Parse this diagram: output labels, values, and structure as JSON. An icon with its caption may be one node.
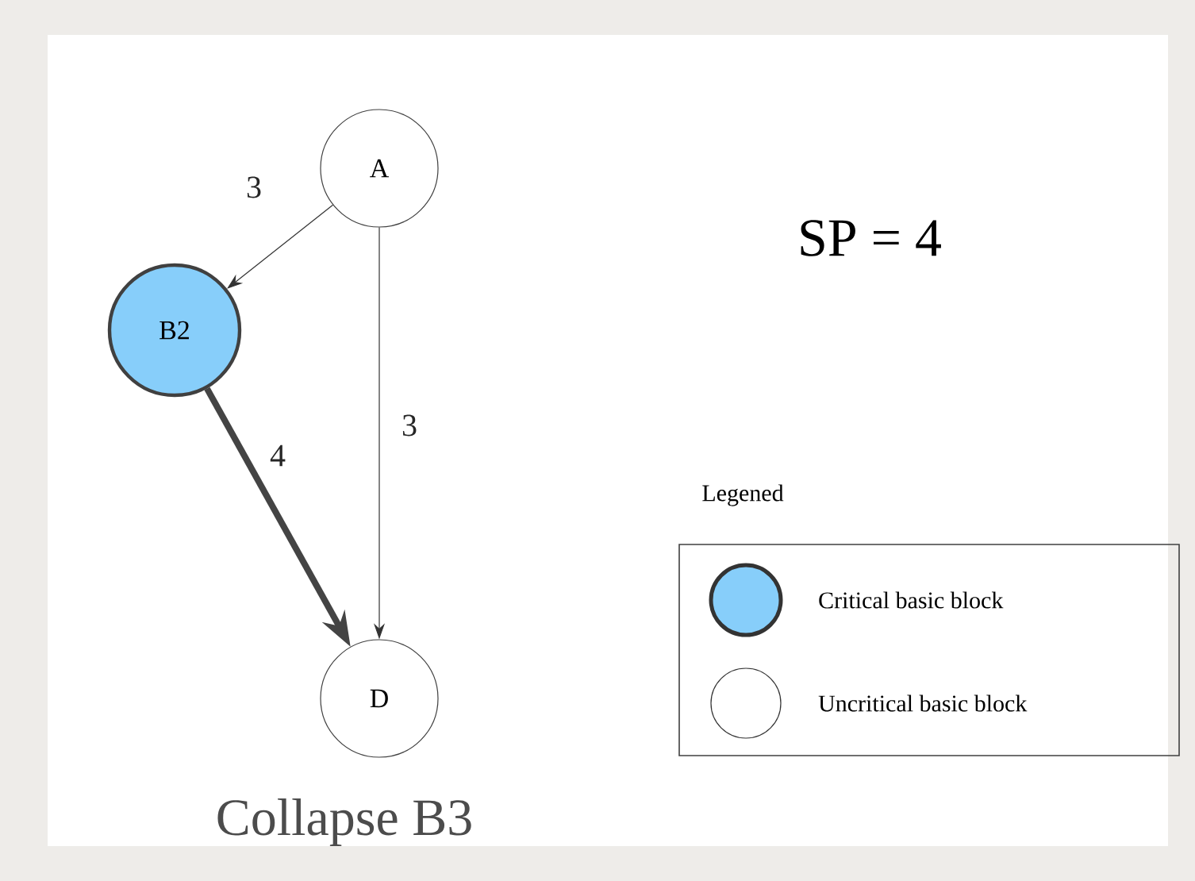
{
  "diagram": {
    "caption": "Collapse B3",
    "nodes": [
      {
        "text": [
          "A"
        ]
      },
      {
        "text": [
          "B2"
        ]
      },
      {
        "text": [
          "D"
        ]
      }
    ],
    "edges": [
      {
        "from": 0,
        "to": 1,
        "arrow": "to",
        "label": "3"
      },
      {
        "from": 0,
        "to": 2,
        "arrow": "to",
        "label": "3"
      },
      {
        "from": 1,
        "to": 2,
        "arrow": "to",
        "label": "4",
        "style": "thick",
        "color": "#444444"
      }
    ],
    "labels": [
      "SP = 4",
      "Legened"
    ],
    "legend": [
      {
        "text": "Critical basic block",
        "color": "#87cefa"
      },
      {
        "text": "Uncritical basic block"
      }
    ]
  }
}
